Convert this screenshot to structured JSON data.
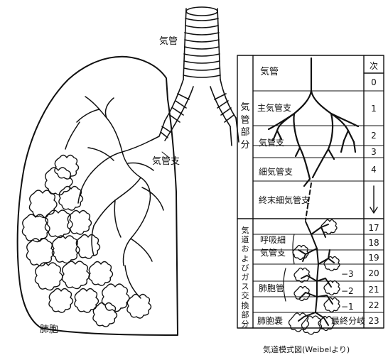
{
  "lung_labels": {
    "trachea": "気管",
    "bronchus": "気管支",
    "alveolus": "肺胞"
  },
  "table": {
    "header_generation": "次",
    "section_conducting": "気管部分",
    "section_respiratory": "気道およびガス交換部分",
    "rows": [
      {
        "label": "気管",
        "generation": "0"
      },
      {
        "label": "主気管支",
        "generation": "1"
      },
      {
        "label": "気管支",
        "generation": "2"
      },
      {
        "label": "",
        "generation": "3"
      },
      {
        "label": "細気管支",
        "generation": "4"
      },
      {
        "label": "終末細気管支",
        "generation": "↓"
      },
      {
        "label": "呼吸細気管支",
        "generation": "17"
      },
      {
        "label": "",
        "generation": "18"
      },
      {
        "label": "",
        "generation": "19"
      },
      {
        "label": "肺胞管",
        "generation": "20"
      },
      {
        "label": "",
        "generation": "21"
      },
      {
        "label": "",
        "generation": "22"
      },
      {
        "label": "肺胞嚢",
        "generation": "23"
      }
    ],
    "respiratory_label_line1": "呼吸細",
    "respiratory_label_line2": "気管支",
    "duct_offsets": [
      "−3",
      "−2",
      "−1"
    ],
    "final_branch": "最終分岐"
  },
  "caption": "気道模式図(Weibelより)"
}
